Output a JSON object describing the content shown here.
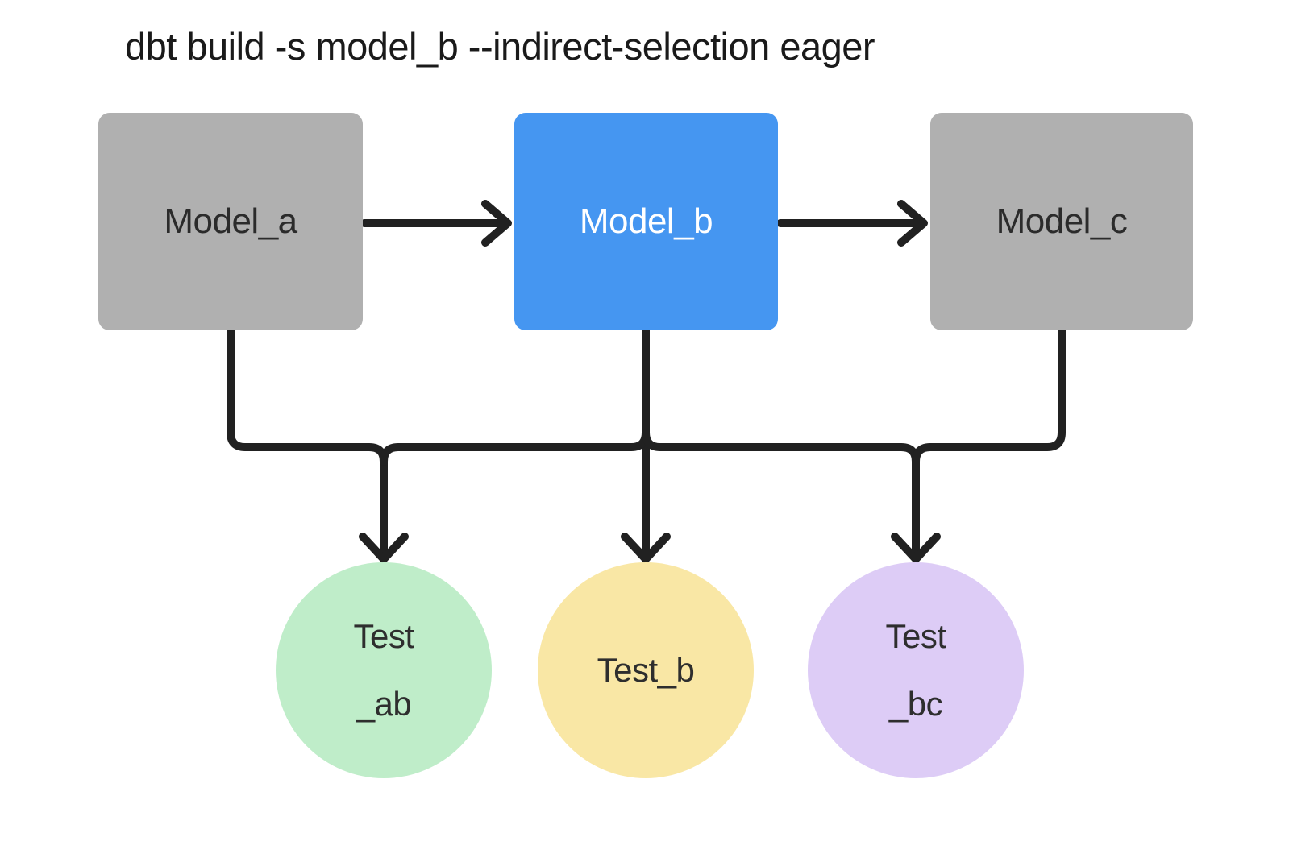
{
  "title": "dbt build -s model_b --indirect-selection eager",
  "colors": {
    "background": "#FFFFFF",
    "connector": "#212121",
    "title_text": "#1A1A1A",
    "model_default_fill": "#B0B0B0",
    "model_selected_fill": "#4596F1",
    "model_default_text": "#2B2B2B",
    "model_selected_text": "#FFFFFF",
    "test_text": "#2E2E2E"
  },
  "models": [
    {
      "id": "model_a",
      "label": "Model_a",
      "fill": "#B0B0B0",
      "text_color": "#2B2B2B",
      "selected": false
    },
    {
      "id": "model_b",
      "label": "Model_b",
      "fill": "#4596F1",
      "text_color": "#FFFFFF",
      "selected": true
    },
    {
      "id": "model_c",
      "label": "Model_c",
      "fill": "#B0B0B0",
      "text_color": "#2B2B2B",
      "selected": false
    }
  ],
  "tests": [
    {
      "id": "test_ab",
      "lines": [
        "Test",
        "_ab"
      ],
      "fill": "#BFEDC9",
      "text_color": "#2E2E2E"
    },
    {
      "id": "test_b",
      "lines": [
        "Test_b"
      ],
      "fill": "#F9E7A5",
      "text_color": "#2E2E2E"
    },
    {
      "id": "test_bc",
      "lines": [
        "Test",
        "_bc"
      ],
      "fill": "#DDCCF6",
      "text_color": "#2E2E2E"
    }
  ],
  "edges": [
    {
      "from": "model_a",
      "to": "model_b"
    },
    {
      "from": "model_b",
      "to": "model_c"
    },
    {
      "from": "model_a",
      "to": "test_ab"
    },
    {
      "from": "model_b",
      "to": "test_ab"
    },
    {
      "from": "model_b",
      "to": "test_b"
    },
    {
      "from": "model_b",
      "to": "test_bc"
    },
    {
      "from": "model_c",
      "to": "test_bc"
    }
  ]
}
